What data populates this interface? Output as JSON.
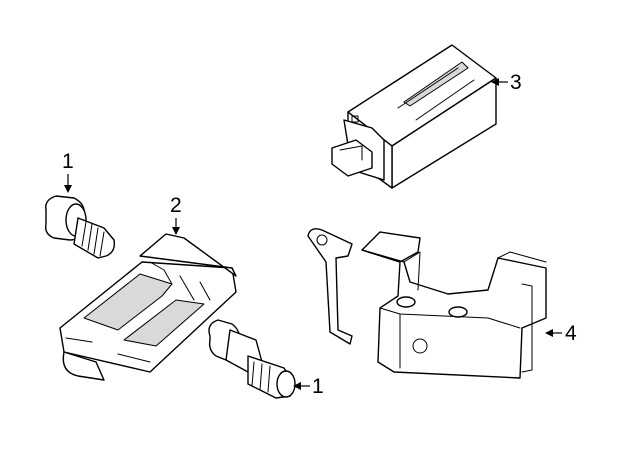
{
  "callouts": [
    {
      "id": "valve-stem-top",
      "label": "1"
    },
    {
      "id": "tpms-sensor",
      "label": "2"
    },
    {
      "id": "module",
      "label": "3"
    },
    {
      "id": "bracket",
      "label": "4"
    },
    {
      "id": "valve-stem-bottom",
      "label": "1"
    }
  ],
  "colors": {
    "line": "#000000",
    "fill": "#ffffff",
    "shade": "#d9d9d9"
  }
}
